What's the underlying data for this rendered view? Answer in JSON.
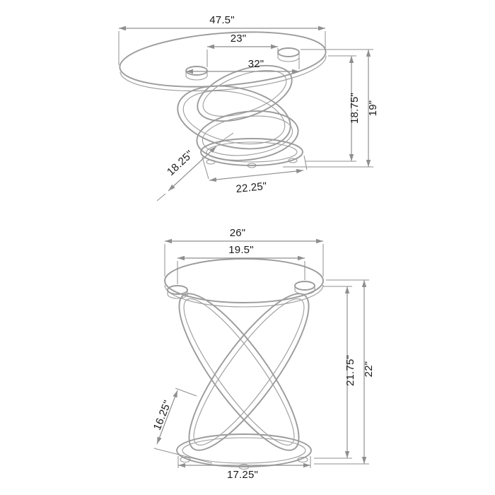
{
  "style": {
    "background": "#ffffff",
    "furniture_line_color": "#9c9c9c",
    "dimension_line_color": "#8f8f8f",
    "text_color": "#1b1b1b"
  },
  "coffee_table": {
    "dims": {
      "overall_width": "47.5\"",
      "top_inner_span": "23\"",
      "top_outer_span": "32\"",
      "height_underside": "18.75\"",
      "overall_height": "19\"",
      "base_depth": "18.25\"",
      "base_width": "22.25\""
    }
  },
  "end_table": {
    "dims": {
      "overall_width": "26\"",
      "top_inner_span": "19.5\"",
      "height_underside": "21.75\"",
      "overall_height": "22\"",
      "base_depth": "16.25\"",
      "base_width": "17.25\""
    }
  }
}
